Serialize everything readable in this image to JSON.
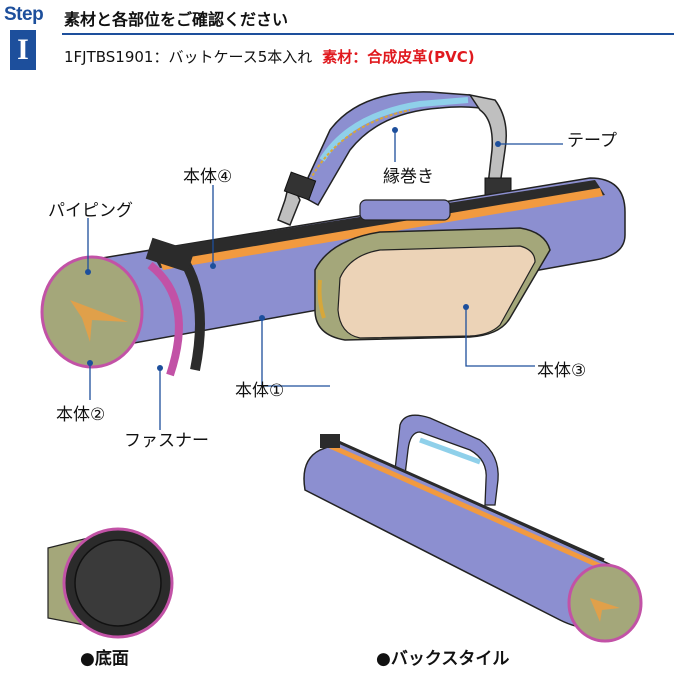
{
  "header": {
    "step_word": "Step",
    "step_number": "I",
    "title": "素材と各部位をご確認ください",
    "product": "1FJTBS1901：バットケース5本入れ",
    "material": "素材：合成皮革(PVC)"
  },
  "labels": {
    "tape": "テープ",
    "binding": "縁巻き",
    "body4": "本体④",
    "piping": "パイピング",
    "body3": "本体③",
    "body1": "本体①",
    "body2": "本体②",
    "fastener": "ファスナー"
  },
  "captions": {
    "bottom": "●底面",
    "back": "●バックスタイル"
  },
  "colors": {
    "accent_blue": "#1d4f9c",
    "material_red": "#e0191e",
    "body_purple": "#8c8fd0",
    "orange_stripe": "#f29a3f",
    "olive_end": "#a4a77a",
    "pocket_beige": "#ecd3b7"
  }
}
